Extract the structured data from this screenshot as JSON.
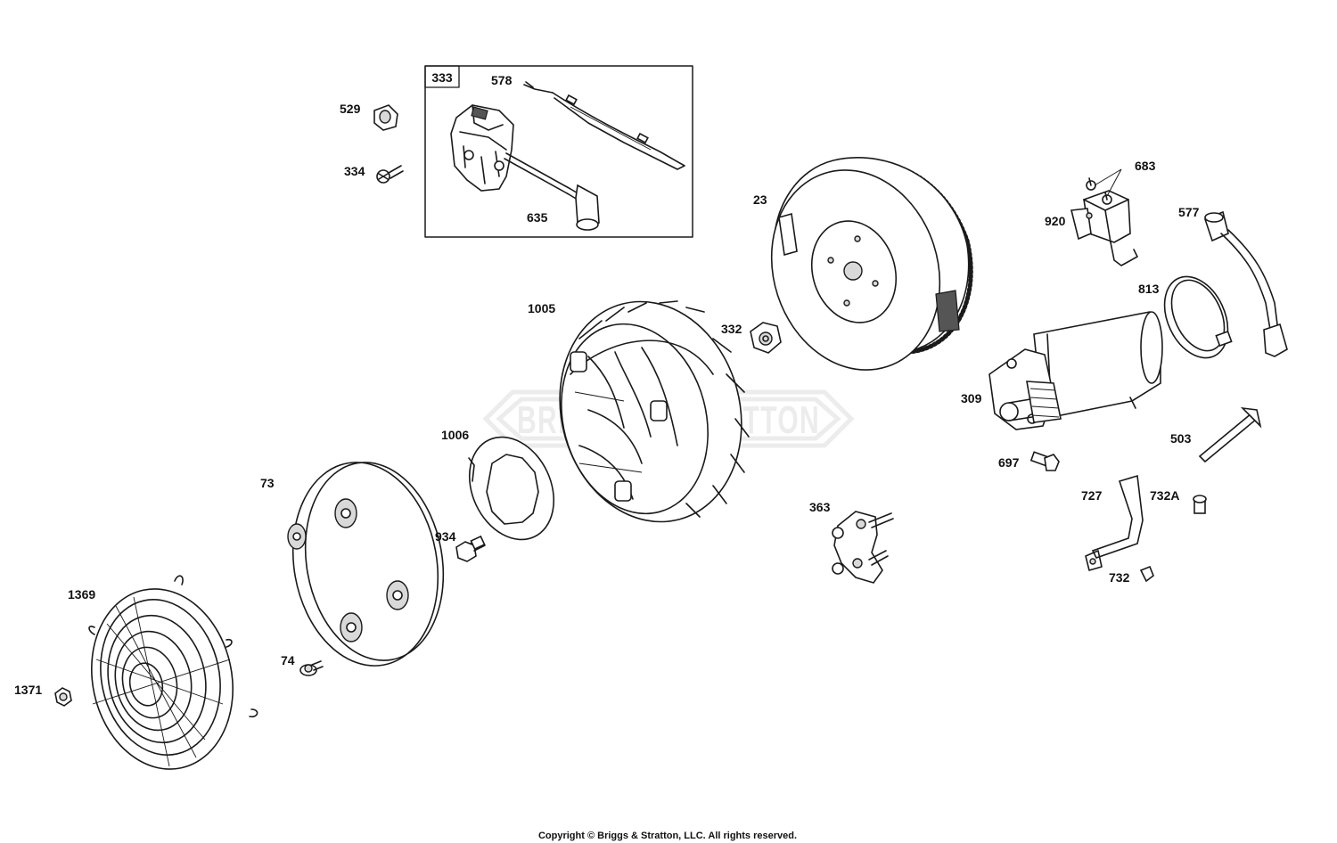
{
  "watermark": {
    "text": "BRIGGS & STRATTON"
  },
  "inset_box_label": "333",
  "labels": [
    {
      "id": "578",
      "text": "578"
    },
    {
      "id": "529",
      "text": "529"
    },
    {
      "id": "334",
      "text": "334"
    },
    {
      "id": "635",
      "text": "635"
    },
    {
      "id": "23",
      "text": "23"
    },
    {
      "id": "683",
      "text": "683"
    },
    {
      "id": "920",
      "text": "920"
    },
    {
      "id": "577",
      "text": "577"
    },
    {
      "id": "813",
      "text": "813"
    },
    {
      "id": "1005",
      "text": "1005"
    },
    {
      "id": "332",
      "text": "332"
    },
    {
      "id": "309",
      "text": "309"
    },
    {
      "id": "1006",
      "text": "1006"
    },
    {
      "id": "503",
      "text": "503"
    },
    {
      "id": "697",
      "text": "697"
    },
    {
      "id": "73",
      "text": "73"
    },
    {
      "id": "727",
      "text": "727"
    },
    {
      "id": "732A",
      "text": "732A"
    },
    {
      "id": "363",
      "text": "363"
    },
    {
      "id": "934",
      "text": "934"
    },
    {
      "id": "732",
      "text": "732"
    },
    {
      "id": "1369",
      "text": "1369"
    },
    {
      "id": "74",
      "text": "74"
    },
    {
      "id": "1371",
      "text": "1371"
    }
  ],
  "copyright": "Copyright © Briggs & Stratton, LLC. All rights reserved."
}
